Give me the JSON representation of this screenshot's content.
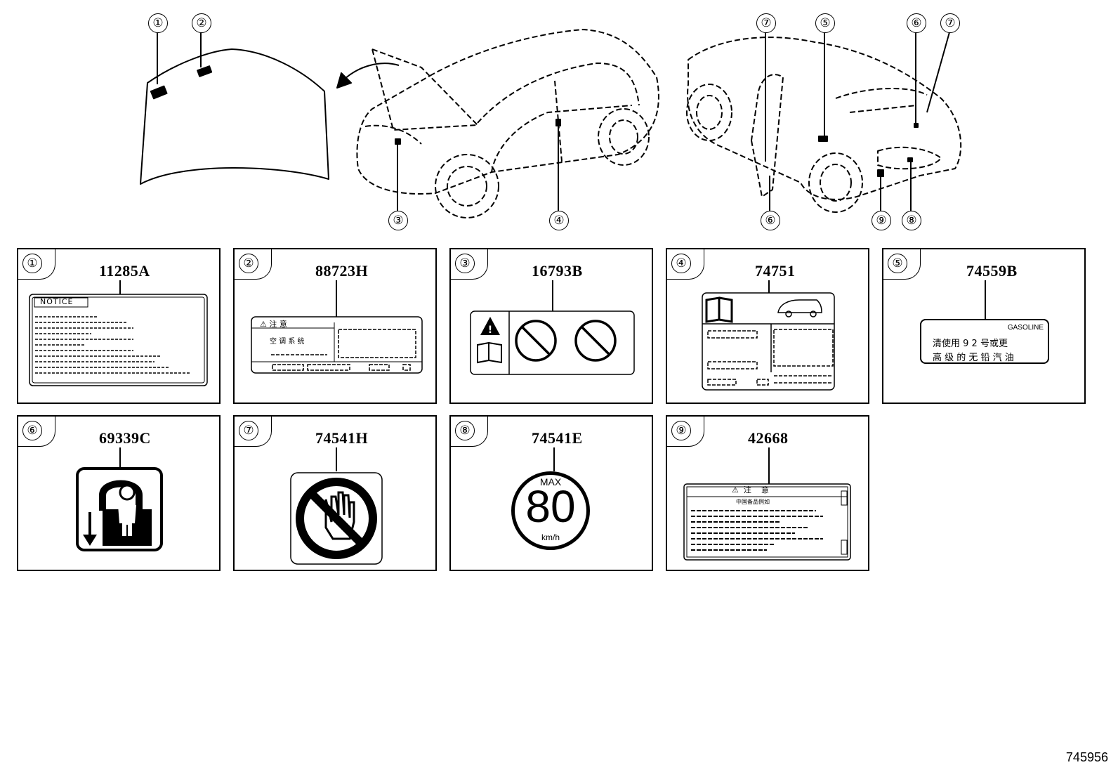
{
  "labels": [
    {
      "num": "①",
      "code": "11285A",
      "text": "NOTICE"
    },
    {
      "num": "②",
      "code": "88723H",
      "line1": "⚠ 注 意",
      "line2": "空 调 系 统"
    },
    {
      "num": "③",
      "code": "16793B"
    },
    {
      "num": "④",
      "code": "74751"
    },
    {
      "num": "⑤",
      "code": "74559B",
      "line1": "GASOLINE",
      "line2": "清使用 9 2 号或更",
      "line3": "高 级 的 无 铅 汽 油"
    },
    {
      "num": "⑥",
      "code": "69339C"
    },
    {
      "num": "⑦",
      "code": "74541H"
    },
    {
      "num": "⑧",
      "code": "74541E",
      "top": "MAX",
      "value": "80",
      "unit": "km/h"
    },
    {
      "num": "⑨",
      "code": "42668",
      "line1": "⚠  注    意",
      "line2": "中国备品例如"
    }
  ],
  "callouts": [
    "①",
    "②",
    "③",
    "④",
    "⑦",
    "⑤",
    "⑥",
    "⑦",
    "⑥",
    "⑨",
    "⑧"
  ],
  "doc_id": "745956",
  "colors": {
    "ink": "#000000",
    "paper": "#ffffff"
  }
}
